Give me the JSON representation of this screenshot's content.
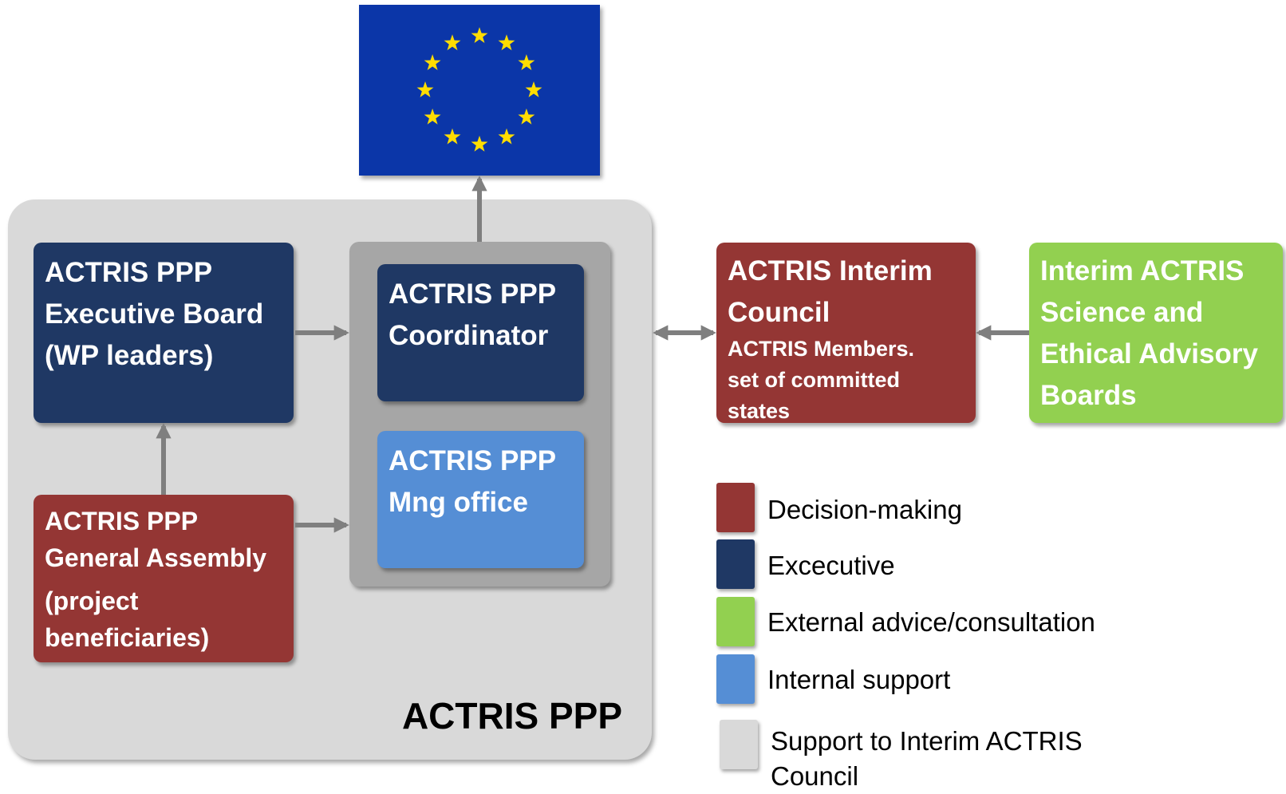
{
  "panel": {
    "title": "ACTRIS PPP"
  },
  "boxes": {
    "executive_board": [
      "ACTRIS PPP",
      "Executive Board",
      "(WP leaders)"
    ],
    "general_assembly": [
      "ACTRIS PPP",
      "General Assembly",
      "(project",
      "beneficiaries)"
    ],
    "coordinator": [
      "ACTRIS PPP",
      "Coordinator"
    ],
    "mng_office": [
      "ACTRIS PPP",
      "Mng office"
    ],
    "interim_council": {
      "title": [
        "ACTRIS Interim",
        "Council"
      ],
      "detail": [
        "ACTRIS Members.",
        "set of committed",
        "states"
      ]
    },
    "advisory_boards": [
      "Interim ACTRIS",
      "Science and",
      "Ethical Advisory",
      "Boards"
    ]
  },
  "legend": [
    {
      "label": "Decision-making",
      "color": "#943634"
    },
    {
      "label": "Excecutive",
      "color": "#1f3864"
    },
    {
      "label": "External advice/consultation",
      "color": "#92d050"
    },
    {
      "label": "Internal support",
      "color": "#558ed5"
    },
    {
      "label": "Support to Interim ACTRIS Council",
      "lines": [
        "Support to Interim ACTRIS",
        "Council"
      ],
      "color": "#d9d9d9"
    }
  ],
  "colors": {
    "decision": "#943634",
    "executive": "#1f3864",
    "external": "#92d050",
    "internal": "#558ed5",
    "support": "#d9d9d9",
    "flag_blue": "#0b36a8",
    "flag_star": "#ffdd00",
    "arrow": "#7f7f7f"
  },
  "icons": {
    "flag": "eu-flag-icon",
    "star": "star-icon"
  }
}
